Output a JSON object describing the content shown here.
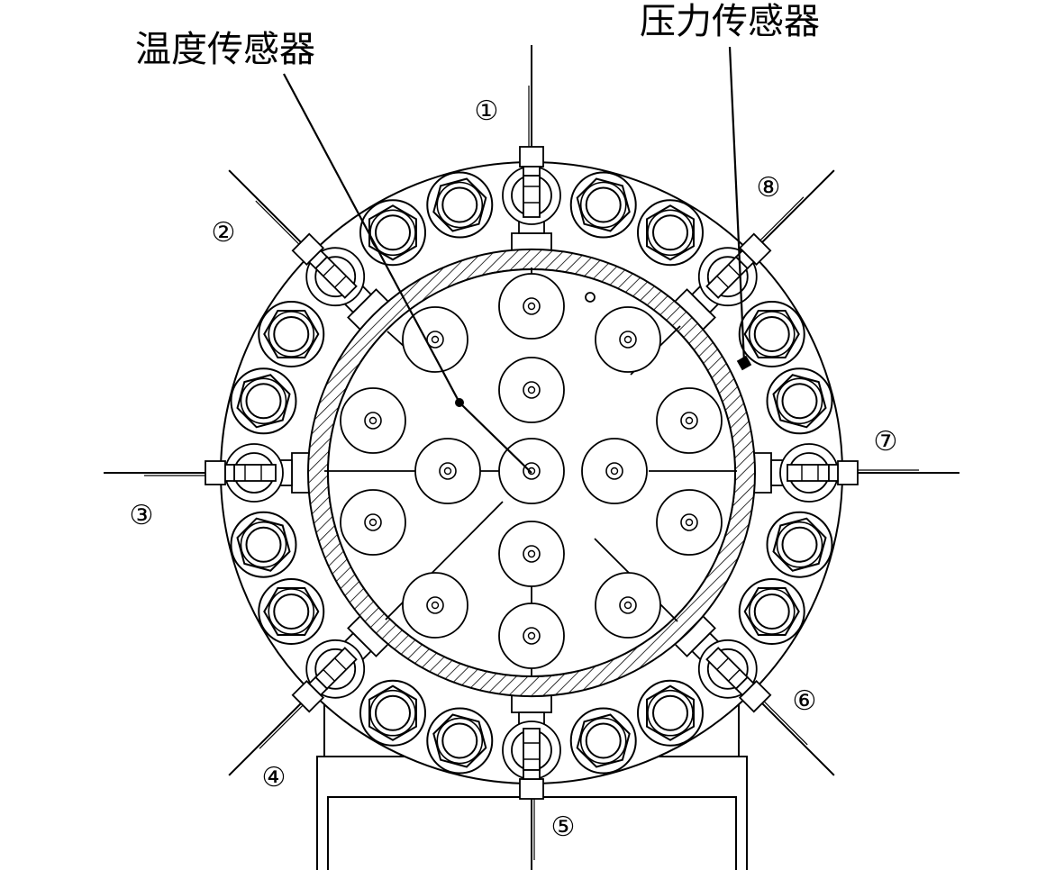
{
  "labels": {
    "temperature_sensor": "温度传感器",
    "pressure_sensor": "压力传感器"
  },
  "port_numbers": [
    "①",
    "②",
    "③",
    "④",
    "⑤",
    "⑥",
    "⑦",
    "⑧"
  ],
  "colors": {
    "line": "#000000",
    "fill": "#ffffff",
    "marker": "#000000"
  }
}
